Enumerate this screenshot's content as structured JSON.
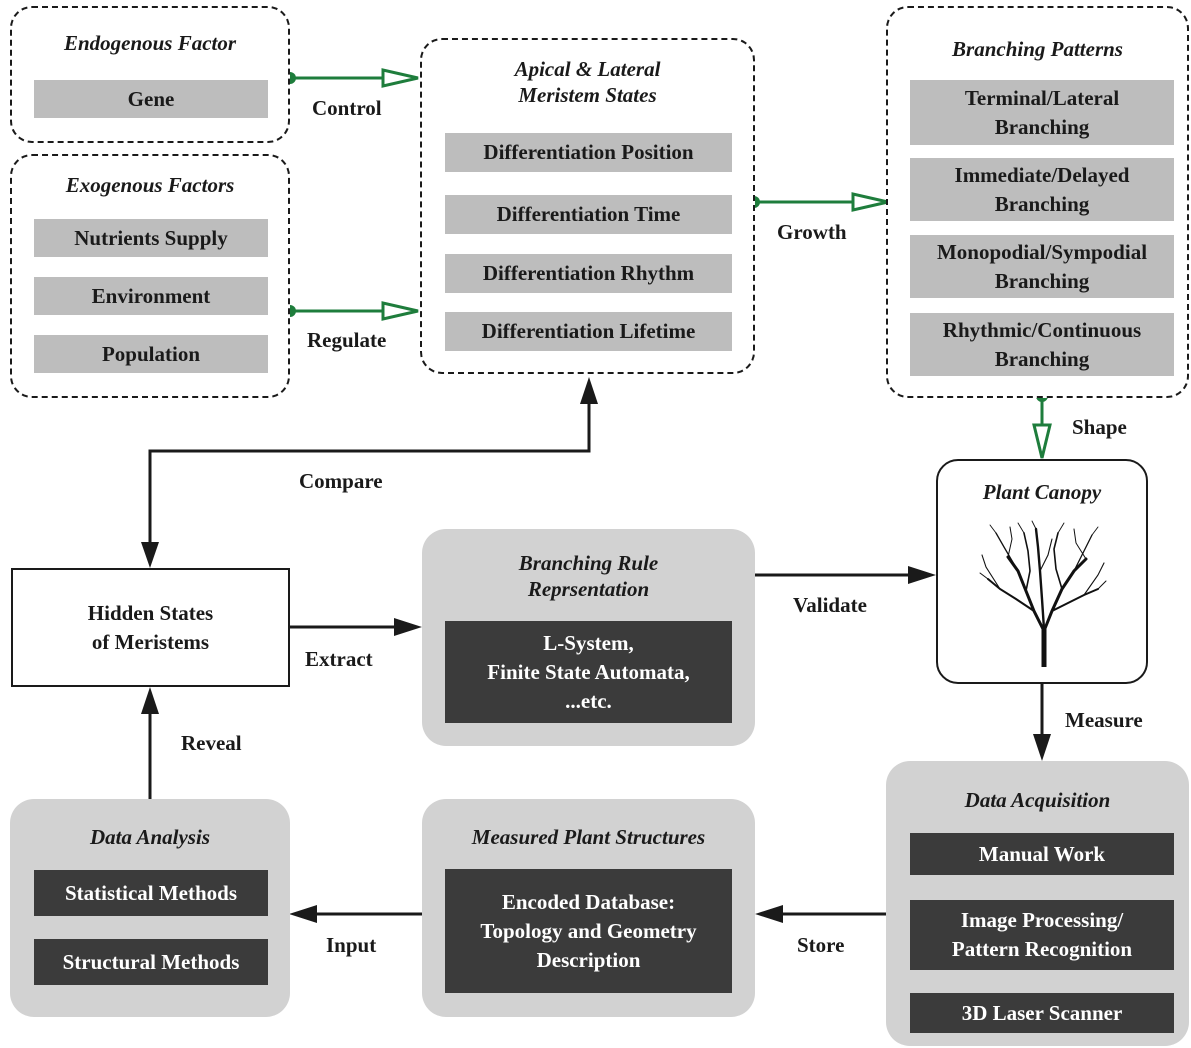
{
  "endogenous": {
    "title": "Endogenous  Factor",
    "items": [
      "Gene"
    ]
  },
  "exogenous": {
    "title": "Exogenous  Factors",
    "items": [
      "Nutrients Supply",
      "Environment",
      "Population"
    ]
  },
  "meristem": {
    "title": "Apical & Lateral\nMeristem States",
    "items": [
      "Differentiation Position",
      "Differentiation Time",
      "Differentiation  Rhythm",
      "Differentiation Lifetime"
    ]
  },
  "branching_patterns": {
    "title": "Branching Patterns",
    "items": [
      "Terminal/Lateral\nBranching",
      "Immediate/Delayed\nBranching",
      "Monopodial/Sympodial\nBranching",
      "Rhythmic/Continuous\nBranching"
    ]
  },
  "canopy": {
    "title": "Plant Canopy"
  },
  "hidden": {
    "label": "Hidden States\nof Meristems"
  },
  "rule": {
    "title": "Branching Rule\nReprsentation",
    "body": "L-System,\nFinite State Automata,\n...etc."
  },
  "acquisition": {
    "title": "Data Acquisition",
    "items": [
      "Manual Work",
      "Image Processing/\nPattern Recognition",
      "3D Laser Scanner"
    ]
  },
  "measured": {
    "title": "Measured Plant Structures",
    "body": "Encoded Database:\nTopology and Geometry\nDescription"
  },
  "analysis": {
    "title": "Data Analysis",
    "items": [
      "Statistical Methods",
      "Structural Methods"
    ]
  },
  "edges": {
    "control": "Control",
    "regulate": "Regulate",
    "growth": "Growth",
    "shape": "Shape",
    "compare": "Compare",
    "extract": "Extract",
    "validate": "Validate",
    "measure": "Measure",
    "reveal": "Reveal",
    "input": "Input",
    "store": "Store"
  },
  "colors": {
    "green": "#1e7d3c",
    "dark": "#3b3b3b",
    "light": "#bdbdbd",
    "panel": "#d2d2d2"
  }
}
